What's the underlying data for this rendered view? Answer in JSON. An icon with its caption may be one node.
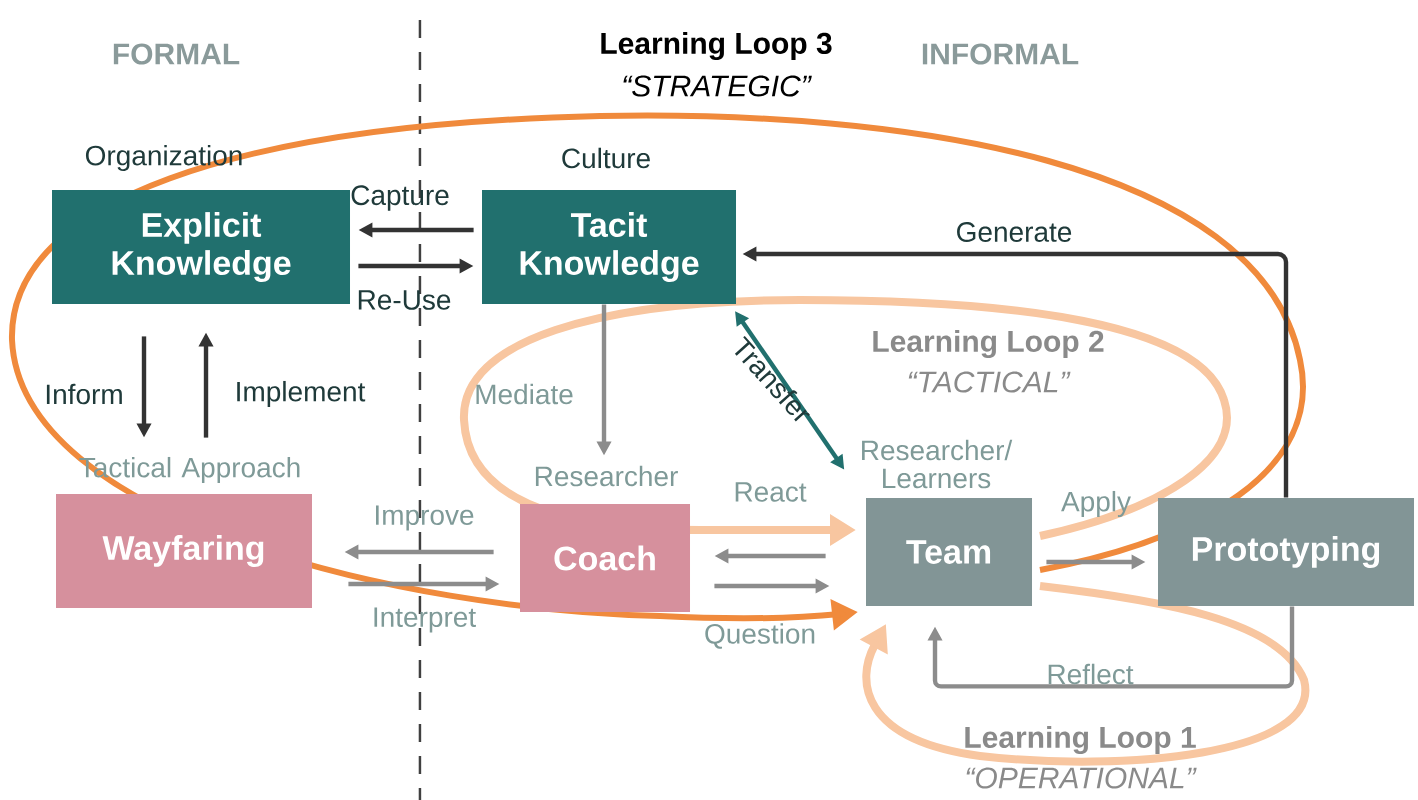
{
  "diagram": {
    "nodes": [
      {
        "text": [
          "Explicit Knowledge"
        ],
        "beside": [
          "Organization"
        ]
      },
      {
        "text": [
          "Tacit Knowledge"
        ],
        "beside": [
          "Culture"
        ]
      },
      {
        "text": [
          "Wayfaring"
        ],
        "beside": [
          "Tactical Approach"
        ]
      },
      {
        "text": [
          "Coach"
        ],
        "beside": [
          "Researcher"
        ]
      },
      {
        "text": [
          "Team"
        ],
        "beside": [
          "Researcher/ Learners"
        ]
      },
      {
        "text": [
          "Prototyping"
        ]
      }
    ],
    "edges": [
      {
        "from": 1,
        "to": 0,
        "arrow": "to",
        "label": "Capture",
        "color": "#333333"
      },
      {
        "from": 0,
        "to": 1,
        "arrow": "to",
        "label": "Re-Use",
        "color": "#333333"
      },
      {
        "from": 0,
        "to": 2,
        "arrow": "to",
        "label": "Inform",
        "color": "#333333"
      },
      {
        "from": 2,
        "to": 0,
        "arrow": "to",
        "label": "Implement",
        "color": "#333333"
      },
      {
        "from": 1,
        "to": 3,
        "arrow": "to",
        "label": "Mediate"
      },
      {
        "from": 3,
        "to": 2,
        "arrow": "to",
        "label": "Improve"
      },
      {
        "from": 2,
        "to": 3,
        "arrow": "to",
        "label": "Interpret"
      },
      {
        "from": 4,
        "to": 1,
        "arrow": "both",
        "label": "Transfer",
        "color": "#21706e"
      },
      {
        "from": 5,
        "to": 1,
        "arrow": "to",
        "label": "Generate",
        "color": "#333333"
      },
      {
        "from": 4,
        "to": 3,
        "arrow": "to",
        "label": "React"
      },
      {
        "from": 3,
        "to": 4,
        "arrow": "to",
        "label": "Question"
      },
      {
        "from": 4,
        "to": 5,
        "arrow": "to",
        "label": "Apply"
      },
      {
        "from": 5,
        "to": 4,
        "arrow": "to",
        "label": "Reflect"
      }
    ],
    "labels": [
      "FORMAL",
      "INFORMAL",
      "Learning Loop 3",
      "“STRATEGIC”",
      "Learning Loop 2",
      "“TACTICAL”",
      "Learning Loop 1",
      "“OPERATIONAL”"
    ]
  }
}
